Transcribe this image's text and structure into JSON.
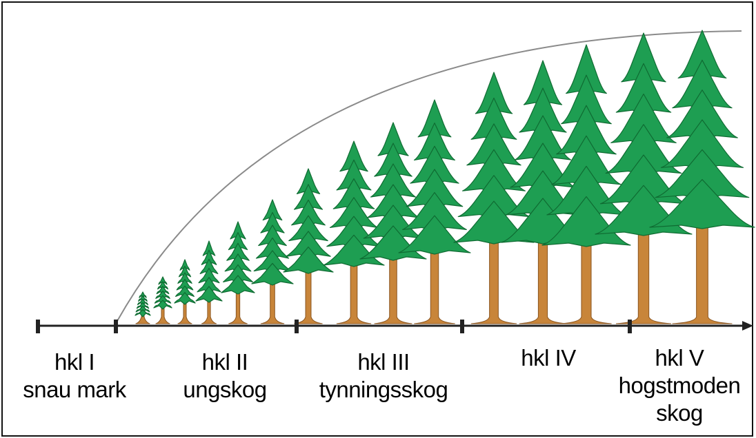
{
  "colors": {
    "foliage": "#1e9e52",
    "foliage_dark": "#0f6b32",
    "trunk": "#c8853a",
    "trunk_dark": "#8a5520",
    "axis": "#222222",
    "curve": "#8a8a8a",
    "border": "#111111"
  },
  "icons": {
    "tree": "spruce-tree-icon",
    "axis_arrow": "arrow-right-icon"
  },
  "classes": [
    {
      "name": "hkl I",
      "desc": [
        "snau mark"
      ]
    },
    {
      "name": "hkl II",
      "desc": [
        "ungskog"
      ]
    },
    {
      "name": "hkl III",
      "desc": [
        "tynningsskog"
      ]
    },
    {
      "name": "hkl IV",
      "desc": []
    },
    {
      "name": "hkl V",
      "desc": [
        "hogstmoden",
        "skog"
      ]
    }
  ]
}
